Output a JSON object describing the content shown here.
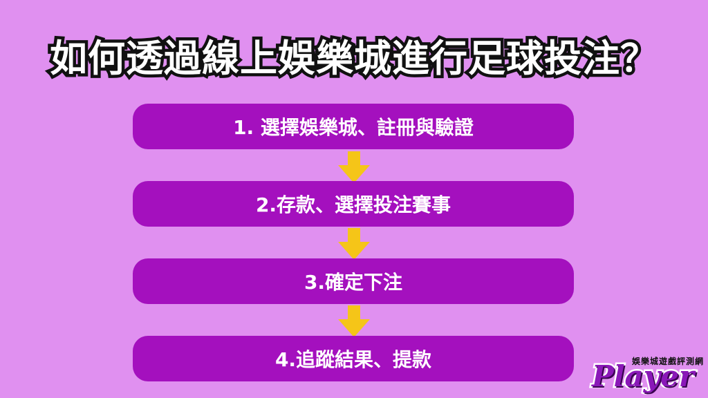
{
  "title": "如何透過線上娛樂城進行足球投注？",
  "steps": [
    {
      "label": "1. 選擇娛樂城、註冊與驗證"
    },
    {
      "label": "2.存款、選擇投注賽事"
    },
    {
      "label": "3.確定下注"
    },
    {
      "label": "4.追蹤結果、提款"
    }
  ],
  "logo": {
    "tagline": "娛樂城遊戲評測網",
    "wordmark": "Player"
  },
  "colors": {
    "background": "#e090f0",
    "step_box": "#a410be",
    "arrow": "#f5c518",
    "title_outline": "#111111"
  },
  "icons": {
    "arrow": "arrow-down-icon"
  }
}
